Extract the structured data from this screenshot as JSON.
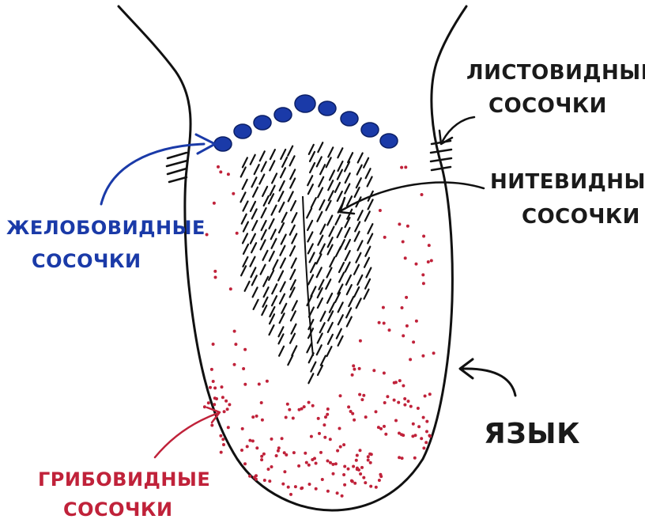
{
  "labels": {
    "foliate_line1": "ЛИСТОВИДНЫЕ",
    "foliate_line2": "СОСОЧКИ",
    "filiform_line1": "НИТЕВИДНЫЕ",
    "filiform_line2": "СОСОЧКИ",
    "vallate_line1": "ЖЕЛОБОВИДНЫЕ",
    "vallate_line2": "СОСОЧКИ",
    "fungiform_line1": "ГРИБОВИДНЫЕ",
    "fungiform_line2": "СОСОЧКИ",
    "tongue": "ЯЗЫК"
  },
  "colors": {
    "outline": "#111111",
    "vallate": "#1a3aa8",
    "fungiform": "#c0223a",
    "text": "#1a1a1a"
  },
  "vallate_papillae_count": 9
}
